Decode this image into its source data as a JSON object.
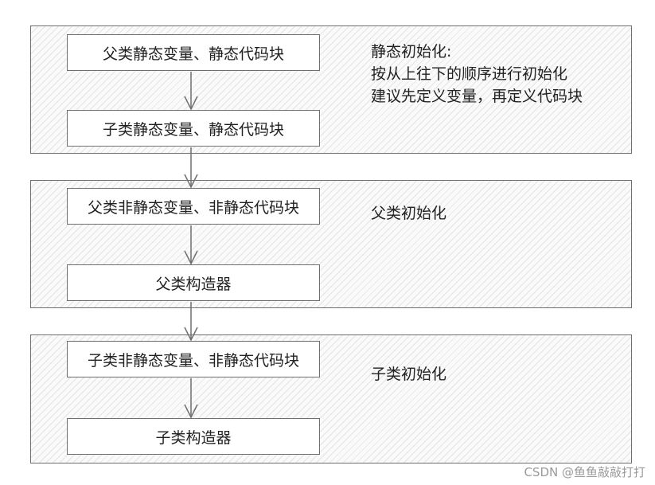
{
  "static_group": {
    "box_parent": "父类静态变量、静态代码块",
    "box_child": "子类静态变量、静态代码块",
    "note_title": "静态初始化:",
    "note_line2": "按从上往下的顺序进行初始化",
    "note_line3": "建议先定义变量，再定义代码块"
  },
  "parent_group": {
    "box_nonstatic": "父类非静态变量、非静态代码块",
    "box_ctor": "父类构造器",
    "note": "父类初始化"
  },
  "child_group": {
    "box_nonstatic": "子类非静态变量、非静态代码块",
    "box_ctor": "子类构造器",
    "note": "子类初始化"
  },
  "watermark": "CSDN @鱼鱼敲敲打打"
}
